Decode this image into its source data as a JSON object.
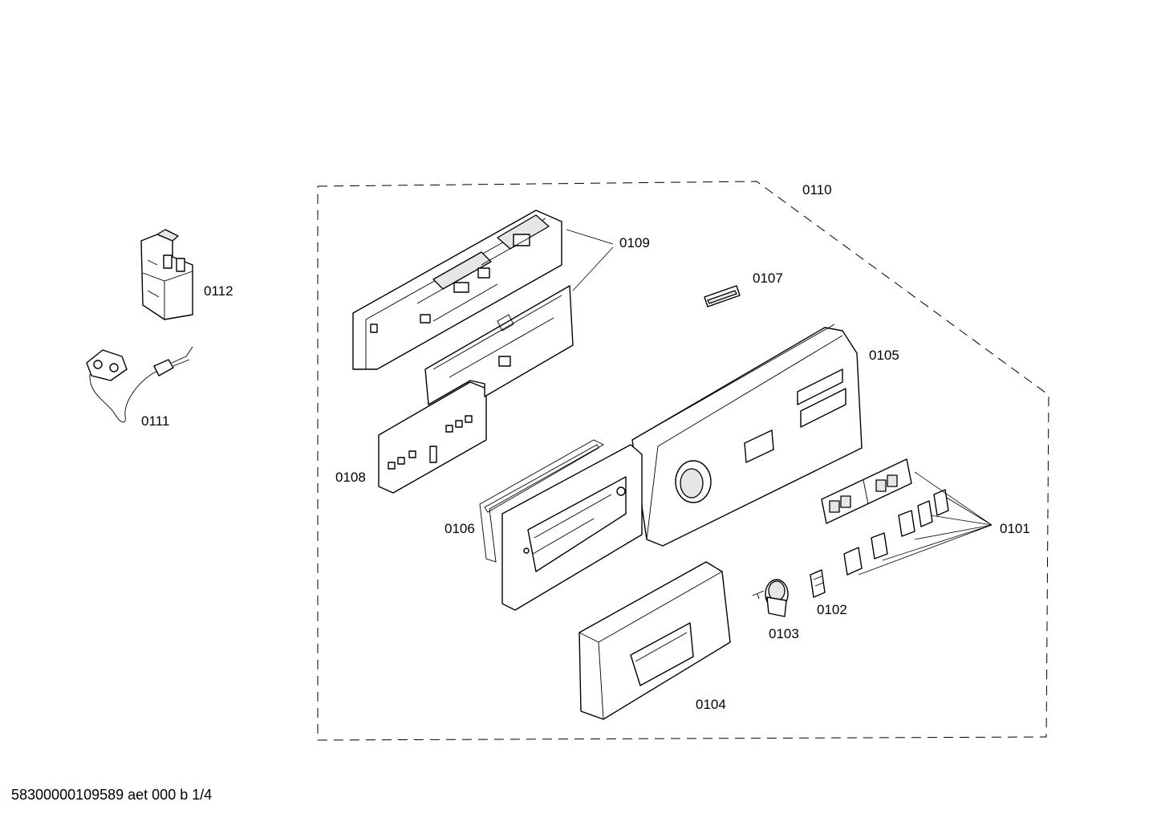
{
  "labels": {
    "p0101": "0101",
    "p0102": "0102",
    "p0103": "0103",
    "p0104": "0104",
    "p0105": "0105",
    "p0106": "0106",
    "p0107": "0107",
    "p0108": "0108",
    "p0109": "0109",
    "p0110": "0110",
    "p0111": "0111",
    "p0112": "0112"
  },
  "footer": "58300000109589 aet 000 b 1/4"
}
